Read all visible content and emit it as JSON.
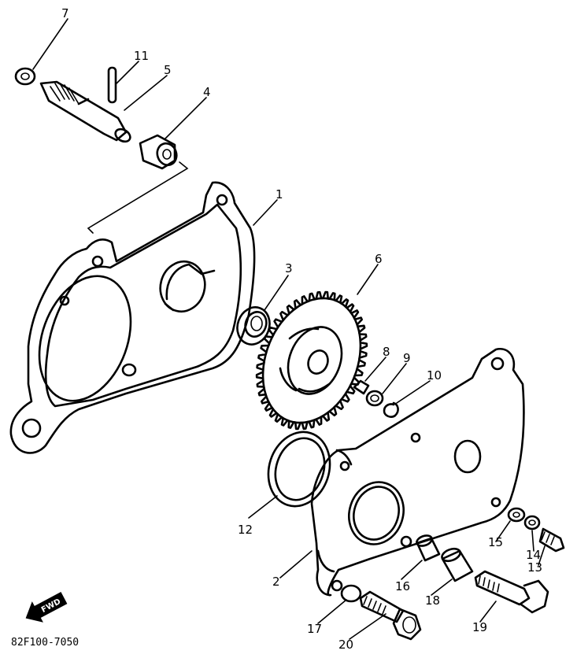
{
  "diagram": {
    "drawing_code": "82F100-7050",
    "direction_arrow": "FWD",
    "callouts": {
      "c1": "1",
      "c2": "2",
      "c3": "3",
      "c4": "4",
      "c5": "5",
      "c6": "6",
      "c7": "7",
      "c8": "8",
      "c9": "9",
      "c10": "10",
      "c11": "11",
      "c12": "12",
      "c13": "13",
      "c14": "14",
      "c15": "15",
      "c16": "16",
      "c17": "17",
      "c18": "18",
      "c19": "19",
      "c20": "20"
    }
  }
}
